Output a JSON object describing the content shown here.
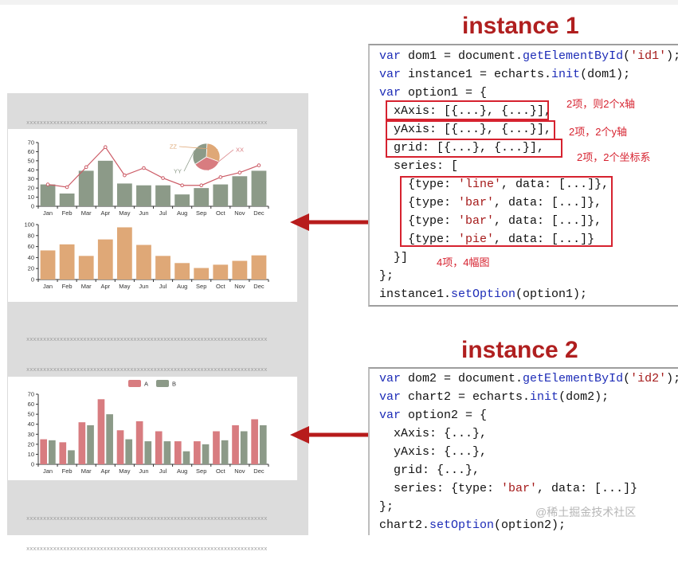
{
  "instance1": {
    "title": "instance 1",
    "code": [
      [
        [
          "kw",
          "var"
        ],
        [
          "txt",
          " dom1 = document."
        ],
        [
          "kw",
          "getElementById"
        ],
        [
          "txt",
          "("
        ],
        [
          "str",
          "'id1'"
        ],
        [
          "txt",
          ");"
        ]
      ],
      [
        [
          "kw",
          "var"
        ],
        [
          "txt",
          " instance1 = echarts."
        ],
        [
          "kw",
          "init"
        ],
        [
          "txt",
          "(dom1);"
        ]
      ],
      [
        [
          "kw",
          "var"
        ],
        [
          "txt",
          " option1 = {"
        ]
      ],
      [
        [
          "txt",
          "  xAxis: [{...}, {...}],"
        ]
      ],
      [
        [
          "txt",
          "  yAxis: [{...}, {...}],"
        ]
      ],
      [
        [
          "txt",
          "  grid: [{...}, {...}],"
        ]
      ],
      [
        [
          "txt",
          "  series: ["
        ]
      ],
      [
        [
          "txt",
          "    {type: "
        ],
        [
          "str",
          "'line'"
        ],
        [
          "txt",
          ", data: [...]},"
        ]
      ],
      [
        [
          "txt",
          "    {type: "
        ],
        [
          "str",
          "'bar'"
        ],
        [
          "txt",
          ", data: [...]},"
        ]
      ],
      [
        [
          "txt",
          "    {type: "
        ],
        [
          "str",
          "'bar'"
        ],
        [
          "txt",
          ", data: [...]},"
        ]
      ],
      [
        [
          "txt",
          "    {type: "
        ],
        [
          "str",
          "'pie'"
        ],
        [
          "txt",
          ", data: [...]}"
        ]
      ],
      [
        [
          "txt",
          "  }]"
        ]
      ],
      [
        [
          "txt",
          "};"
        ]
      ],
      [
        [
          "txt",
          "instance1."
        ],
        [
          "kw",
          "setOption"
        ],
        [
          "txt",
          "(option1);"
        ]
      ]
    ],
    "notes": [
      "2项，则2个x轴",
      "2项，2个y轴",
      "2项，2个坐标系",
      "4项，4幅图"
    ]
  },
  "instance2": {
    "title": "instance 2",
    "code": [
      [
        [
          "kw",
          "var"
        ],
        [
          "txt",
          " dom2 = document."
        ],
        [
          "kw",
          "getElementById"
        ],
        [
          "txt",
          "("
        ],
        [
          "str",
          "'id2'"
        ],
        [
          "txt",
          ");"
        ]
      ],
      [
        [
          "kw",
          "var"
        ],
        [
          "txt",
          " chart2 = echarts."
        ],
        [
          "kw",
          "init"
        ],
        [
          "txt",
          "(dom2);"
        ]
      ],
      [
        [
          "kw",
          "var"
        ],
        [
          "txt",
          " option2 = {"
        ]
      ],
      [
        [
          "txt",
          "  xAxis: {...},"
        ]
      ],
      [
        [
          "txt",
          "  yAxis: {...},"
        ]
      ],
      [
        [
          "txt",
          "  grid: {...},"
        ]
      ],
      [
        [
          "txt",
          "  series: {type: "
        ],
        [
          "str",
          "'bar'"
        ],
        [
          "txt",
          ", data: [...]}"
        ]
      ],
      [
        [
          "txt",
          "};"
        ]
      ],
      [
        [
          "txt",
          "chart2."
        ],
        [
          "kw",
          "setOption"
        ],
        [
          "txt",
          "(option2);"
        ]
      ]
    ]
  },
  "filler_text": "xxxxxxxxxxxxxxxxxxxxxxxxxxxxxxxxxxxxxxxxxxxxxxxxxxxxxxxxxxxxxxxxxxxxxxxx",
  "watermark": "@稀土掘金技术社区",
  "colors": {
    "red": "#c62828",
    "green": "#8c9a88",
    "orange": "#dfa877",
    "pink": "#d87c80",
    "line": "#cc5b66"
  },
  "chart_data": [
    {
      "type": "bar",
      "categories": [
        "Jan",
        "Feb",
        "Mar",
        "Apr",
        "May",
        "Jun",
        "Jul",
        "Aug",
        "Sep",
        "Oct",
        "Nov",
        "Dec"
      ],
      "ylim": [
        0,
        70
      ],
      "yticks": [
        0,
        10,
        20,
        30,
        40,
        50,
        60,
        70
      ],
      "series": [
        {
          "type": "bar",
          "values": [
            24,
            14,
            39,
            50,
            25,
            23,
            23,
            13,
            20,
            24,
            33,
            39
          ]
        },
        {
          "type": "line",
          "values": [
            24,
            21,
            43,
            65,
            34,
            42,
            31,
            23,
            23,
            32,
            37,
            45
          ]
        }
      ],
      "pie": {
        "labels": [
          "ZZ",
          "XX",
          "YY"
        ],
        "values": [
          30,
          35,
          35
        ]
      }
    },
    {
      "type": "bar",
      "categories": [
        "Jan",
        "Feb",
        "Mar",
        "Apr",
        "May",
        "Jun",
        "Jul",
        "Aug",
        "Sep",
        "Oct",
        "Nov",
        "Dec"
      ],
      "ylim": [
        0,
        100
      ],
      "yticks": [
        0,
        20,
        40,
        60,
        80,
        100
      ],
      "series": [
        {
          "type": "bar",
          "values": [
            53,
            64,
            43,
            73,
            95,
            63,
            43,
            30,
            21,
            27,
            34,
            44
          ]
        }
      ]
    },
    {
      "type": "bar",
      "categories": [
        "Jan",
        "Feb",
        "Mar",
        "Apr",
        "May",
        "Jun",
        "Jul",
        "Aug",
        "Sep",
        "Oct",
        "Nov",
        "Dec"
      ],
      "ylim": [
        0,
        70
      ],
      "yticks": [
        0,
        10,
        20,
        30,
        40,
        50,
        60,
        70
      ],
      "legend": [
        "A",
        "B"
      ],
      "series": [
        {
          "name": "A",
          "values": [
            25,
            22,
            42,
            65,
            34,
            43,
            33,
            23,
            23,
            33,
            39,
            45
          ]
        },
        {
          "name": "B",
          "values": [
            24,
            14,
            39,
            50,
            25,
            23,
            23,
            13,
            20,
            24,
            33,
            39
          ]
        }
      ]
    }
  ]
}
